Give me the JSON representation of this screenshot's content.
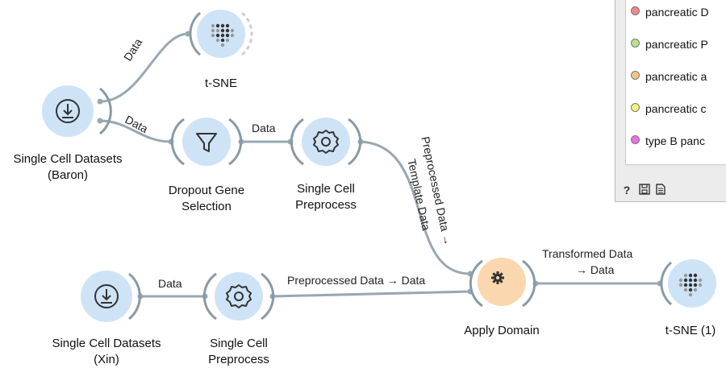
{
  "canvas": {
    "nodes": {
      "tsne_top": {
        "label": "t-SNE",
        "icon": "tsne-dots-icon"
      },
      "baron": {
        "label_line1": "Single Cell Datasets",
        "label_line2": "(Baron)",
        "icon": "download-icon"
      },
      "dropout": {
        "label_line1": "Dropout Gene",
        "label_line2": "Selection",
        "icon": "filter-funnel-icon"
      },
      "preprocess_top": {
        "label_line1": "Single Cell",
        "label_line2": "Preprocess",
        "icon": "gear-icon"
      },
      "xin": {
        "label_line1": "Single Cell Datasets",
        "label_line2": "(Xin)",
        "icon": "download-icon"
      },
      "preprocess_bottom": {
        "label_line1": "Single Cell",
        "label_line2": "Preprocess",
        "icon": "gear-icon"
      },
      "apply_domain": {
        "label": "Apply Domain",
        "icon": "cog-icon"
      },
      "tsne_right": {
        "label": "t-SNE (1)",
        "icon": "tsne-dots-icon"
      }
    },
    "links": {
      "baron_to_tsne": "Data",
      "baron_to_dropout": "Data",
      "dropout_to_preprocess": "Data",
      "preprocess_to_apply_line1": "Preprocessed Data →",
      "preprocess_to_apply_line2": "Template Data",
      "xin_to_preprocess": "Data",
      "preprocess_to_apply_bottom": "Preprocessed Data → Data",
      "apply_to_tsne_line1": "Transformed Data",
      "apply_to_tsne_line2": "→ Data"
    }
  },
  "legend_panel": {
    "items": [
      {
        "label": "pancreatic D",
        "color": "#f08a8a"
      },
      {
        "label": "pancreatic P",
        "color": "#b6e388"
      },
      {
        "label": "pancreatic a",
        "color": "#f5c58a"
      },
      {
        "label": "pancreatic c",
        "color": "#f7f27a"
      },
      {
        "label": "type B panc",
        "color": "#f06ee6"
      }
    ],
    "status_icons": [
      "help-icon",
      "save-icon",
      "report-icon"
    ]
  },
  "colors": {
    "node_blue": "#cfe3f7",
    "node_orange": "#fbd7b0",
    "link": "#98a8b2",
    "arc": "#8a9aa4"
  }
}
